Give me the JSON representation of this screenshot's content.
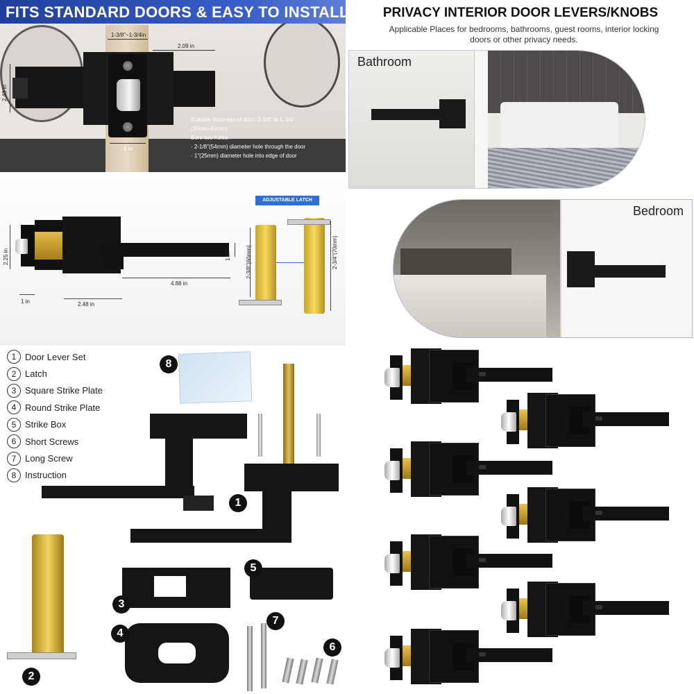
{
  "panel_fit": {
    "title": "FITS STANDARD DOORS & EASY TO INSTALL",
    "dims": {
      "door_thickness": "1-3/8\"~1-3/4in",
      "rose_height": "2.48 in",
      "lever_length": "2.09 in",
      "backset": "1 in"
    },
    "specs": [
      "Suitable thickness of door: 1-3/8\" to 1-3/4\"",
      "(35mm-45mm)",
      "Bore two holes:",
      "· 2-1/8\"(54mm) diameter hole through the door",
      "· 1\"(25mm) diameter hole into edge of door"
    ]
  },
  "panel_privacy": {
    "title": "PRIVACY INTERIOR DOOR LEVERS/KNOBS",
    "subtitle": "Applicable Places for bedrooms, bathrooms, guest rooms, interior locking doors or other privacy needs.",
    "bathroom_label": "Bathroom",
    "bedroom_label": "Bedroom"
  },
  "panel_latch": {
    "badge": "ADJUSTABLE LATCH",
    "dims": {
      "height": "2.25 in",
      "plate": "1 in",
      "rose_width": "2.48 in",
      "lever_length": "4.88 in",
      "lever_height": "1 in",
      "backset_short": "2-3/8\"(60mm)",
      "backset_long": "2-3/4\"(70mm)"
    }
  },
  "panel_parts": {
    "items": [
      {
        "num": "1",
        "label": "Door Lever Set"
      },
      {
        "num": "2",
        "label": "Latch"
      },
      {
        "num": "3",
        "label": "Square Strike Plate"
      },
      {
        "num": "4",
        "label": "Round Strike Plate"
      },
      {
        "num": "5",
        "label": "Strike Box"
      },
      {
        "num": "6",
        "label": "Short Screws"
      },
      {
        "num": "7",
        "label": "Long Screw"
      },
      {
        "num": "8",
        "label": "Instruction"
      }
    ],
    "callouts": [
      "1",
      "2",
      "3",
      "4",
      "5",
      "6",
      "7",
      "8"
    ]
  },
  "colors": {
    "title_bar": "#2a4fb5",
    "badge": "#2d6fd4",
    "hardware": "#151515",
    "brass": "#e3b94a"
  }
}
